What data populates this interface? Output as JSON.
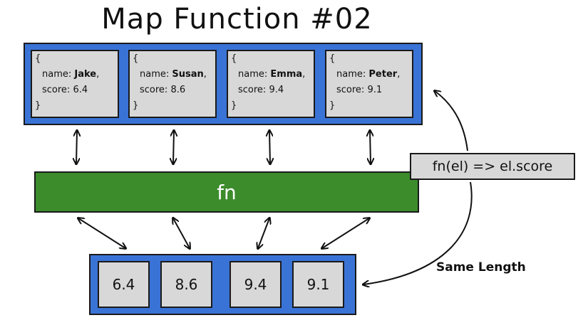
{
  "title": "Map Function #02",
  "input_items": [
    {
      "open": "{",
      "name_key": "name:",
      "name_value": "Jake",
      "name_suffix": ",",
      "score_key": "score:",
      "score_value": "6.4",
      "close": "}"
    },
    {
      "open": "{",
      "name_key": "name:",
      "name_value": "Susan",
      "name_suffix": ",",
      "score_key": "score:",
      "score_value": "8.6",
      "close": "}"
    },
    {
      "open": "{",
      "name_key": "name:",
      "name_value": "Emma",
      "name_suffix": ",",
      "score_key": "score:",
      "score_value": "9.4",
      "close": "}"
    },
    {
      "open": "{",
      "name_key": "name:",
      "name_value": "Peter",
      "name_suffix": ",",
      "score_key": "score:",
      "score_value": "9.1",
      "close": "}"
    }
  ],
  "fn_bar_label": "fn",
  "fn_expression": "fn(el) => el.score",
  "output_items": [
    "6.4",
    "8.6",
    "9.4",
    "9.1"
  ],
  "note": "Same Length",
  "colors": {
    "array_blue": "#3a73d6",
    "fn_green": "#3c8c2c",
    "cell_gray": "#d8d8d8",
    "outline": "#1a1a1a"
  }
}
